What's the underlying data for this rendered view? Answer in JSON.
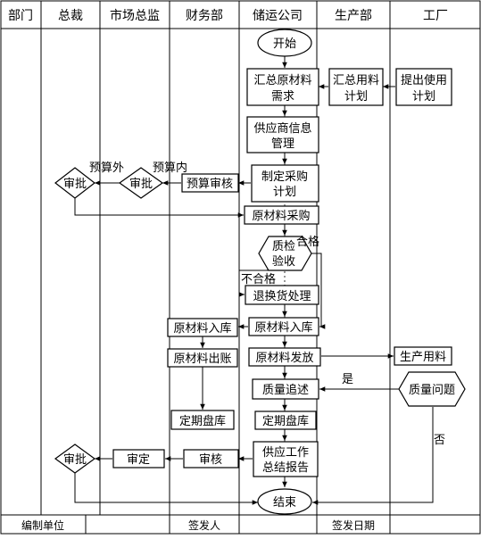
{
  "lanes": [
    "部门",
    "总裁",
    "市场总监",
    "财务部",
    "储运公司",
    "生产部",
    "工厂"
  ],
  "nodes": {
    "start": "开始",
    "summarize_need": [
      "汇总原材料",
      "需求"
    ],
    "summarize_plan": [
      "汇总用料",
      "计划"
    ],
    "submit_plan": [
      "提出使用",
      "计划"
    ],
    "supplier_info": [
      "供应商信息",
      "管理"
    ],
    "make_plan": [
      "制定采购",
      "计划"
    ],
    "budget_review": "预算审核",
    "approve_market": "审批",
    "approve_ceo": "审批",
    "purchase": "原材料采购",
    "inspect": [
      "质检",
      "验收"
    ],
    "return_goods": "退换货处理",
    "in_store_fin": "原材料入库",
    "in_store": "原材料入库",
    "out_account": "原材料出账",
    "issue": "原材料发放",
    "prod_material": "生产用料",
    "quality_trace": "质量追述",
    "quality_issue": "质量问题",
    "inventory_fin": "定期盘库",
    "inventory": "定期盘库",
    "supply_report": [
      "供应工作",
      "总结报告"
    ],
    "audit": "审核",
    "finalize": "审定",
    "approve_final": "审批",
    "end": "结束"
  },
  "labels": {
    "over_budget": "预算外",
    "in_budget": "预算内",
    "pass": "合格",
    "fail": "不合格",
    "yes": "是",
    "no": "否"
  },
  "footer": [
    "编制单位",
    "",
    "签发人",
    "",
    "签发日期",
    ""
  ]
}
